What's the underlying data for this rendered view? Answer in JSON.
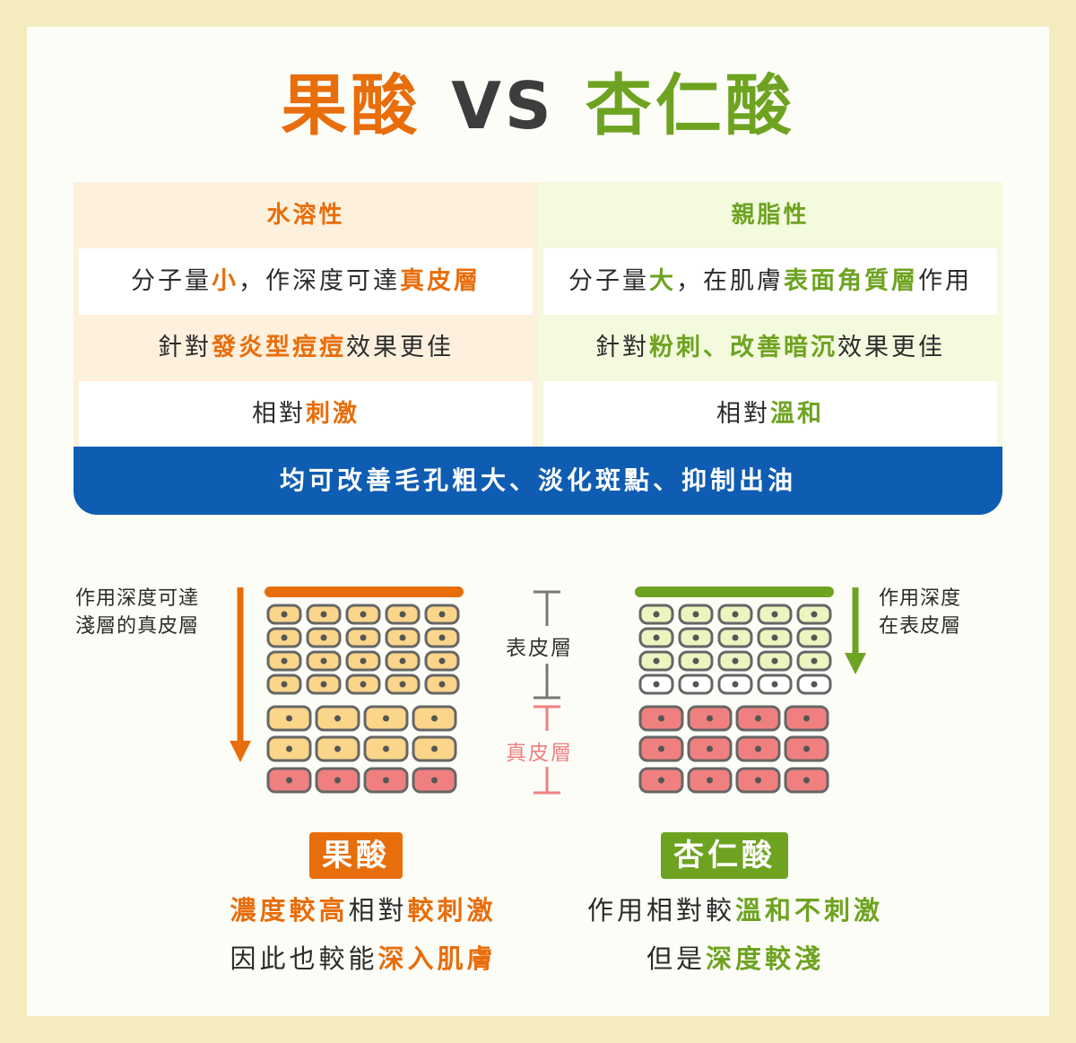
{
  "title": {
    "left": "果酸",
    "vs": "VS",
    "right": "杏仁酸"
  },
  "colors": {
    "orange": "#e86d0b",
    "green": "#6ea321",
    "blue": "#0f5db2",
    "pink": "#f08080",
    "yellow": "#fad58a",
    "lightgreen": "#eaf5bf"
  },
  "table": {
    "left_header": "水溶性",
    "right_header": "親脂性",
    "rows": [
      {
        "left": [
          {
            "t": "分子量",
            "h": false
          },
          {
            "t": "小",
            "h": true
          },
          {
            "t": "，作深度可達",
            "h": false
          },
          {
            "t": "真皮層",
            "h": true
          }
        ],
        "right": [
          {
            "t": "分子量",
            "h": false
          },
          {
            "t": "大",
            "h": true
          },
          {
            "t": "，在肌膚",
            "h": false
          },
          {
            "t": "表面角質層",
            "h": true
          },
          {
            "t": "作用",
            "h": false
          }
        ]
      },
      {
        "left": [
          {
            "t": "針對",
            "h": false
          },
          {
            "t": "發炎型痘痘",
            "h": true
          },
          {
            "t": "效果更佳",
            "h": false
          }
        ],
        "right": [
          {
            "t": "針對",
            "h": false
          },
          {
            "t": "粉刺、改善暗沉",
            "h": true
          },
          {
            "t": "效果更佳",
            "h": false
          }
        ]
      },
      {
        "left": [
          {
            "t": "相對",
            "h": false
          },
          {
            "t": "刺激",
            "h": true
          }
        ],
        "right": [
          {
            "t": "相對",
            "h": false
          },
          {
            "t": "溫和",
            "h": true
          }
        ]
      }
    ],
    "banner": "均可改善毛孔粗大、淡化斑點、抑制出油"
  },
  "diagram": {
    "left_note": [
      "作用深度可達",
      "淺層的真皮層"
    ],
    "right_note": [
      "作用深度",
      "在表皮層"
    ],
    "epidermis_label": "表皮層",
    "dermis_label": "真皮層",
    "left_badge": "果酸",
    "right_badge": "杏仁酸"
  },
  "descriptions": {
    "left": [
      [
        {
          "t": "濃度較高",
          "h": true
        },
        {
          "t": "相對",
          "h": false
        },
        {
          "t": "較刺激",
          "h": true
        }
      ],
      [
        {
          "t": "因此也較能",
          "h": false
        },
        {
          "t": "深入肌膚",
          "h": true
        }
      ]
    ],
    "right": [
      [
        {
          "t": "作用相對較",
          "h": false
        },
        {
          "t": "溫和不刺激",
          "h": true
        }
      ],
      [
        {
          "t": "但是",
          "h": false
        },
        {
          "t": "深度較淺",
          "h": true
        }
      ]
    ]
  }
}
